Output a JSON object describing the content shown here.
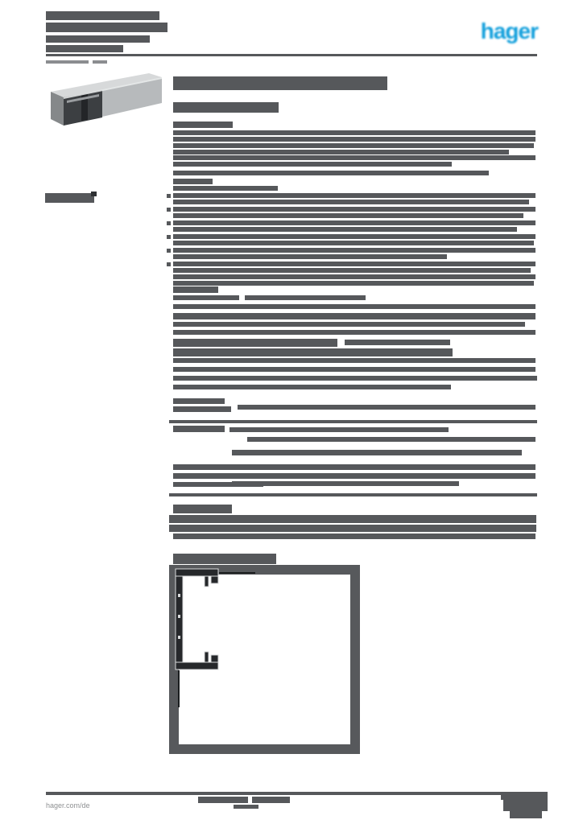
{
  "page": {
    "bg": "#ffffff",
    "bar_color": "#56585b"
  },
  "header": {
    "logo_text": "hager",
    "logo_color": "#14a0dc",
    "title_bars": [
      [
        57,
        14,
        141,
        11
      ],
      [
        57,
        28,
        151,
        12
      ],
      [
        57,
        44,
        129,
        9
      ],
      [
        57,
        56,
        96,
        9
      ],
      [
        57,
        75,
        53,
        4,
        "#8b8d90"
      ],
      [
        115,
        75,
        18,
        4,
        "#8b8d90"
      ]
    ]
  },
  "sidebar": {
    "code_bars": [
      [
        56,
        240,
        61,
        12
      ],
      [
        113,
        238,
        7,
        6,
        "#2e3033"
      ]
    ]
  },
  "content": {
    "bars": [
      [
        215,
        95,
        266,
        17
      ],
      [
        215,
        127,
        131,
        13
      ],
      [
        215,
        151,
        74,
        8
      ],
      [
        215,
        162,
        450,
        6
      ],
      [
        215,
        170,
        450,
        6
      ],
      [
        215,
        178,
        448,
        6
      ],
      [
        215,
        186,
        417,
        6
      ],
      [
        215,
        193,
        450,
        6
      ],
      [
        215,
        201,
        346,
        6
      ],
      [
        215,
        212,
        392,
        6
      ],
      [
        215,
        222,
        49,
        7
      ],
      [
        215,
        231,
        130,
        6
      ],
      [
        207,
        241,
        5,
        5
      ],
      [
        215,
        240,
        450,
        6
      ],
      [
        215,
        248,
        442,
        6
      ],
      [
        207,
        258,
        5,
        5
      ],
      [
        215,
        257,
        450,
        6
      ],
      [
        215,
        265,
        435,
        6
      ],
      [
        207,
        275,
        5,
        5
      ],
      [
        215,
        274,
        450,
        6
      ],
      [
        215,
        282,
        427,
        6
      ],
      [
        207,
        292,
        5,
        5
      ],
      [
        215,
        291,
        450,
        6
      ],
      [
        215,
        299,
        448,
        6
      ],
      [
        207,
        309,
        5,
        5
      ],
      [
        215,
        308,
        450,
        6
      ],
      [
        215,
        316,
        340,
        6
      ],
      [
        207,
        326,
        5,
        5
      ],
      [
        215,
        325,
        450,
        6
      ],
      [
        215,
        333,
        444,
        6
      ],
      [
        215,
        341,
        450,
        6
      ],
      [
        215,
        349,
        448,
        6
      ],
      [
        215,
        356,
        56,
        8
      ],
      [
        215,
        367,
        82,
        6
      ],
      [
        304,
        367,
        150,
        6
      ],
      [
        215,
        378,
        450,
        6
      ],
      [
        215,
        389,
        450,
        8
      ],
      [
        215,
        400,
        437,
        6
      ],
      [
        215,
        410,
        450,
        6
      ],
      [
        215,
        421,
        204,
        10
      ],
      [
        428,
        422,
        131,
        7
      ],
      [
        215,
        433,
        347,
        10
      ],
      [
        215,
        445,
        450,
        6
      ],
      [
        215,
        456,
        450,
        6
      ],
      [
        215,
        467,
        452,
        6
      ],
      [
        215,
        478,
        345,
        6
      ],
      [
        215,
        495,
        64,
        7
      ],
      [
        295,
        503,
        370,
        6
      ],
      [
        215,
        505,
        72,
        7
      ],
      [
        210,
        522,
        457,
        4
      ],
      [
        215,
        529,
        64,
        8
      ],
      [
        285,
        531,
        272,
        6
      ],
      [
        307,
        543,
        358,
        6
      ],
      [
        288,
        559,
        360,
        7
      ],
      [
        215,
        577,
        131,
        7
      ],
      [
        288,
        577,
        377,
        7
      ],
      [
        215,
        588,
        130,
        7
      ],
      [
        288,
        588,
        377,
        7
      ],
      [
        215,
        599,
        112,
        6
      ],
      [
        288,
        598,
        282,
        6
      ],
      [
        210,
        613,
        457,
        4
      ],
      [
        215,
        627,
        73,
        11
      ],
      [
        210,
        640,
        456,
        10
      ],
      [
        210,
        652,
        456,
        9
      ],
      [
        215,
        663,
        450,
        7
      ],
      [
        215,
        688,
        128,
        13
      ]
    ]
  },
  "drawing": {
    "lines": [
      [
        272,
        711,
        45,
        2,
        "#1c1e20"
      ],
      [
        221,
        833,
        2,
        46,
        "#1c1e20"
      ]
    ],
    "wall_color": "#26282b",
    "edge_color": "#d8dadb"
  },
  "footer": {
    "site": "hager.com/de",
    "bars": [
      [
        57,
        984,
        610,
        4
      ],
      [
        246,
        990,
        62,
        8
      ],
      [
        313,
        990,
        47,
        8
      ],
      [
        290,
        1000,
        31,
        5
      ],
      [
        622,
        984,
        58,
        10
      ],
      [
        625,
        994,
        55,
        14
      ],
      [
        633,
        1008,
        40,
        9
      ]
    ]
  }
}
